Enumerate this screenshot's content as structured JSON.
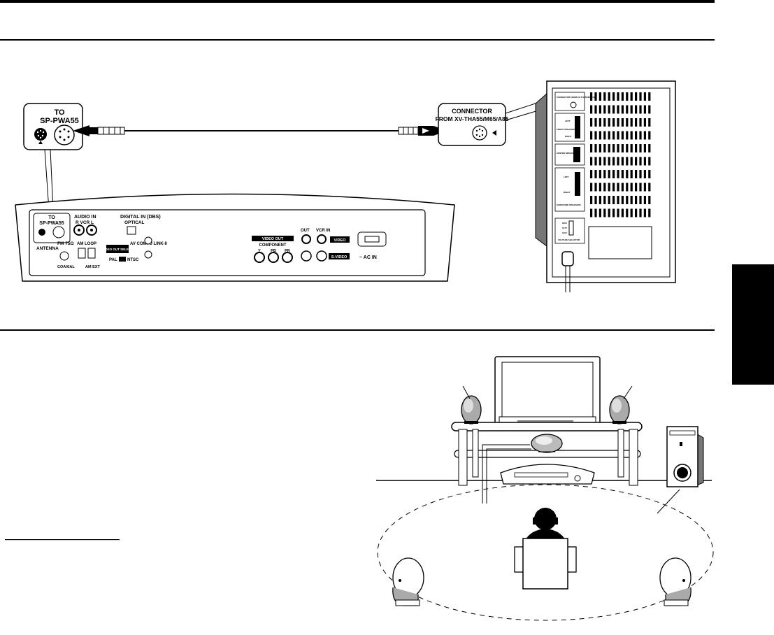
{
  "top_figure": {
    "callout_left": {
      "line1": "TO",
      "line2": "SP-PWA55"
    },
    "callout_right": {
      "line1": "CONNECTOR",
      "line2": "FROM XV-THA55/M65/A85"
    },
    "receiver_panel": {
      "to_label_1": "TO",
      "to_label_2": "SP-PWA55",
      "audio_in": "AUDIO IN",
      "vcr": "R  VCR  L",
      "digital_in": "DIGITAL IN (DBS)",
      "optical": "OPTICAL",
      "av_compu_link": "AV COMPU LINK-II",
      "antenna": "ANTENNA",
      "fm": "FM 75Ω",
      "coaxial": "COAXIAL",
      "am_loop": "AM LOOP",
      "am_ext": "AM EXT",
      "video_out_select": "VIDEO OUT SELECT",
      "pal": "PAL",
      "ntsc": "NTSC",
      "video_out": "VIDEO OUT",
      "component": "COMPONENT",
      "component_jacks": [
        "Y",
        "PB",
        "PR"
      ],
      "out": "OUT",
      "vcr_in": "VCR IN",
      "video": "VIDEO",
      "s_video": "S-VIDEO",
      "ac_in": "~ AC IN"
    },
    "subwoofer_panel": {
      "connector": "CONNECTOR FROM XV-THA55/M65/A85",
      "front_speakers": "FRONT SPEAKERS",
      "left": "LEFT",
      "right": "RIGHT",
      "center_speaker": "CENTER SPEAKER",
      "surround_speakers": "SURROUND SPEAKERS",
      "voltage_selector": "VOLTAGE SELECTOR",
      "voltages": [
        "230V",
        "127V",
        "110V"
      ]
    }
  },
  "bottom_figure": {}
}
